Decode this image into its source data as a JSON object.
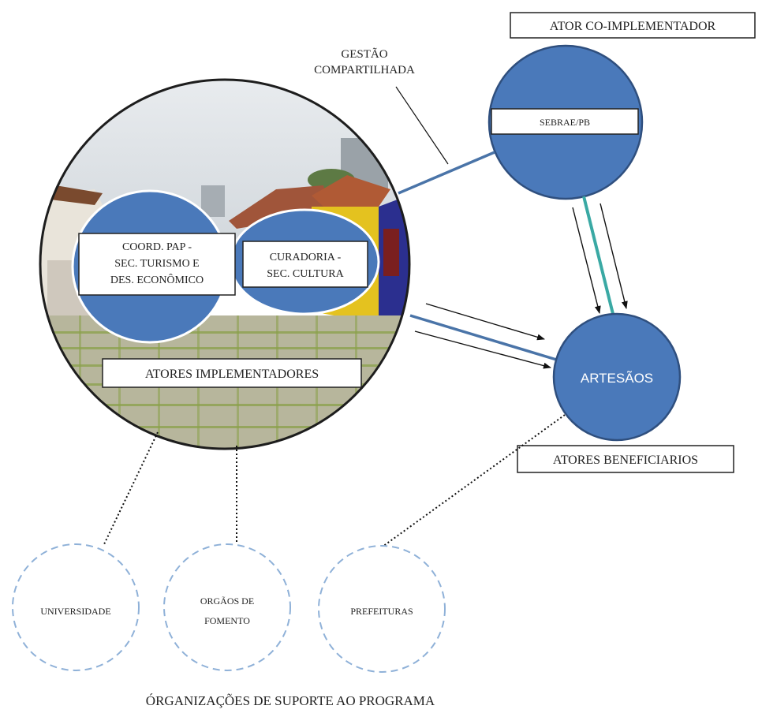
{
  "title_top_right": "ATOR CO-IMPLEMENTADOR",
  "gestao": {
    "line1": "GESTÃO",
    "line2": "COMPARTILHADA"
  },
  "sebrae": "SEBRAE/PB",
  "coord": {
    "line1": "COORD. PAP -",
    "line2": "SEC. TURISMO E",
    "line3": "DES. ECONÔMICO"
  },
  "curadoria": {
    "line1": "CURADORIA -",
    "line2": "SEC. CULTURA"
  },
  "implementadores": "ATORES IMPLEMENTADORES",
  "artesaos": "ARTESÃOS",
  "beneficiarios": "ATORES BENEFICIARIOS",
  "support": {
    "universidade": "UNIVERSIDADE",
    "orgaos": {
      "line1": "ORGÃOS DE",
      "line2": "FOMENTO"
    },
    "prefeituras": "PREFEITURAS"
  },
  "footer": "ÓRGANIZAÇÕES DE SUPORTE AO PROGRAMA",
  "colors": {
    "node_fill": "#4a79ba",
    "node_stroke": "#2f4f7e",
    "link_blue": "#4a74a8",
    "link_teal": "#3aa9a4",
    "dashed_circle": "#8fb1d8"
  }
}
